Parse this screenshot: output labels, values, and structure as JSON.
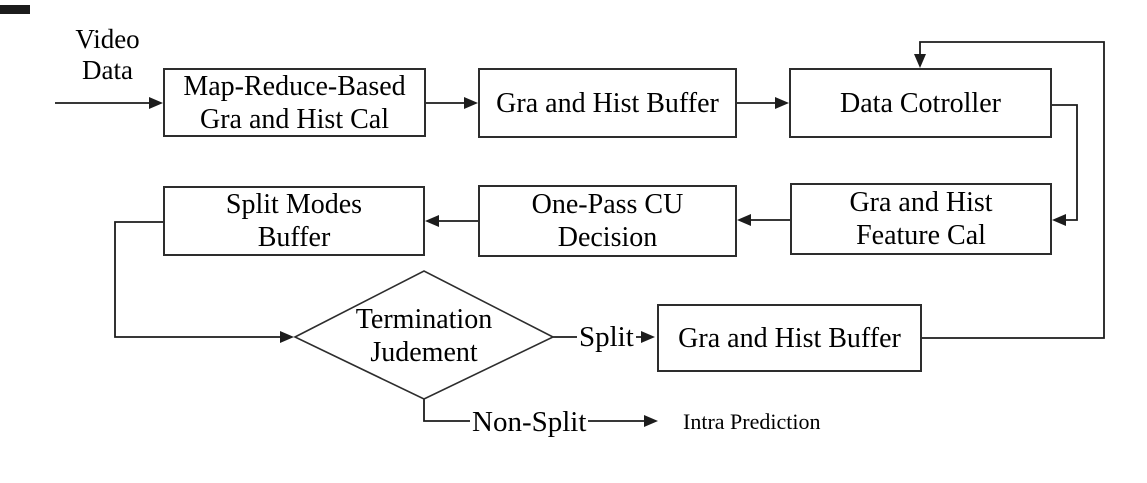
{
  "diagram": {
    "input_label": {
      "lines": [
        "Video",
        "Data"
      ]
    },
    "nodes": {
      "map_reduce": {
        "lines": [
          "Map-Reduce-Based",
          "Gra and Hist Cal"
        ]
      },
      "gra_hist_buffer_top": {
        "lines": [
          "Gra and Hist Buffer"
        ]
      },
      "data_controller": {
        "lines": [
          "Data Cotroller"
        ]
      },
      "gra_hist_feature_cal": {
        "lines": [
          "Gra and Hist",
          "Feature Cal"
        ]
      },
      "one_pass_cu_decision": {
        "lines": [
          "One-Pass CU",
          "Decision"
        ]
      },
      "split_modes_buffer": {
        "lines": [
          "Split Modes",
          "Buffer"
        ]
      },
      "termination_judgement": {
        "lines": [
          "Termination",
          "Judement"
        ]
      },
      "gra_hist_buffer_bottom": {
        "lines": [
          "Gra and Hist Buffer"
        ]
      }
    },
    "edge_labels": {
      "split": "Split",
      "non_split": "Non-Split",
      "intra_prediction": "Intra Prediction"
    },
    "colors": {
      "background": "#ffffff",
      "line": "#1c1c1c",
      "box_border": "#2d2d2d",
      "text": "#000000"
    }
  }
}
